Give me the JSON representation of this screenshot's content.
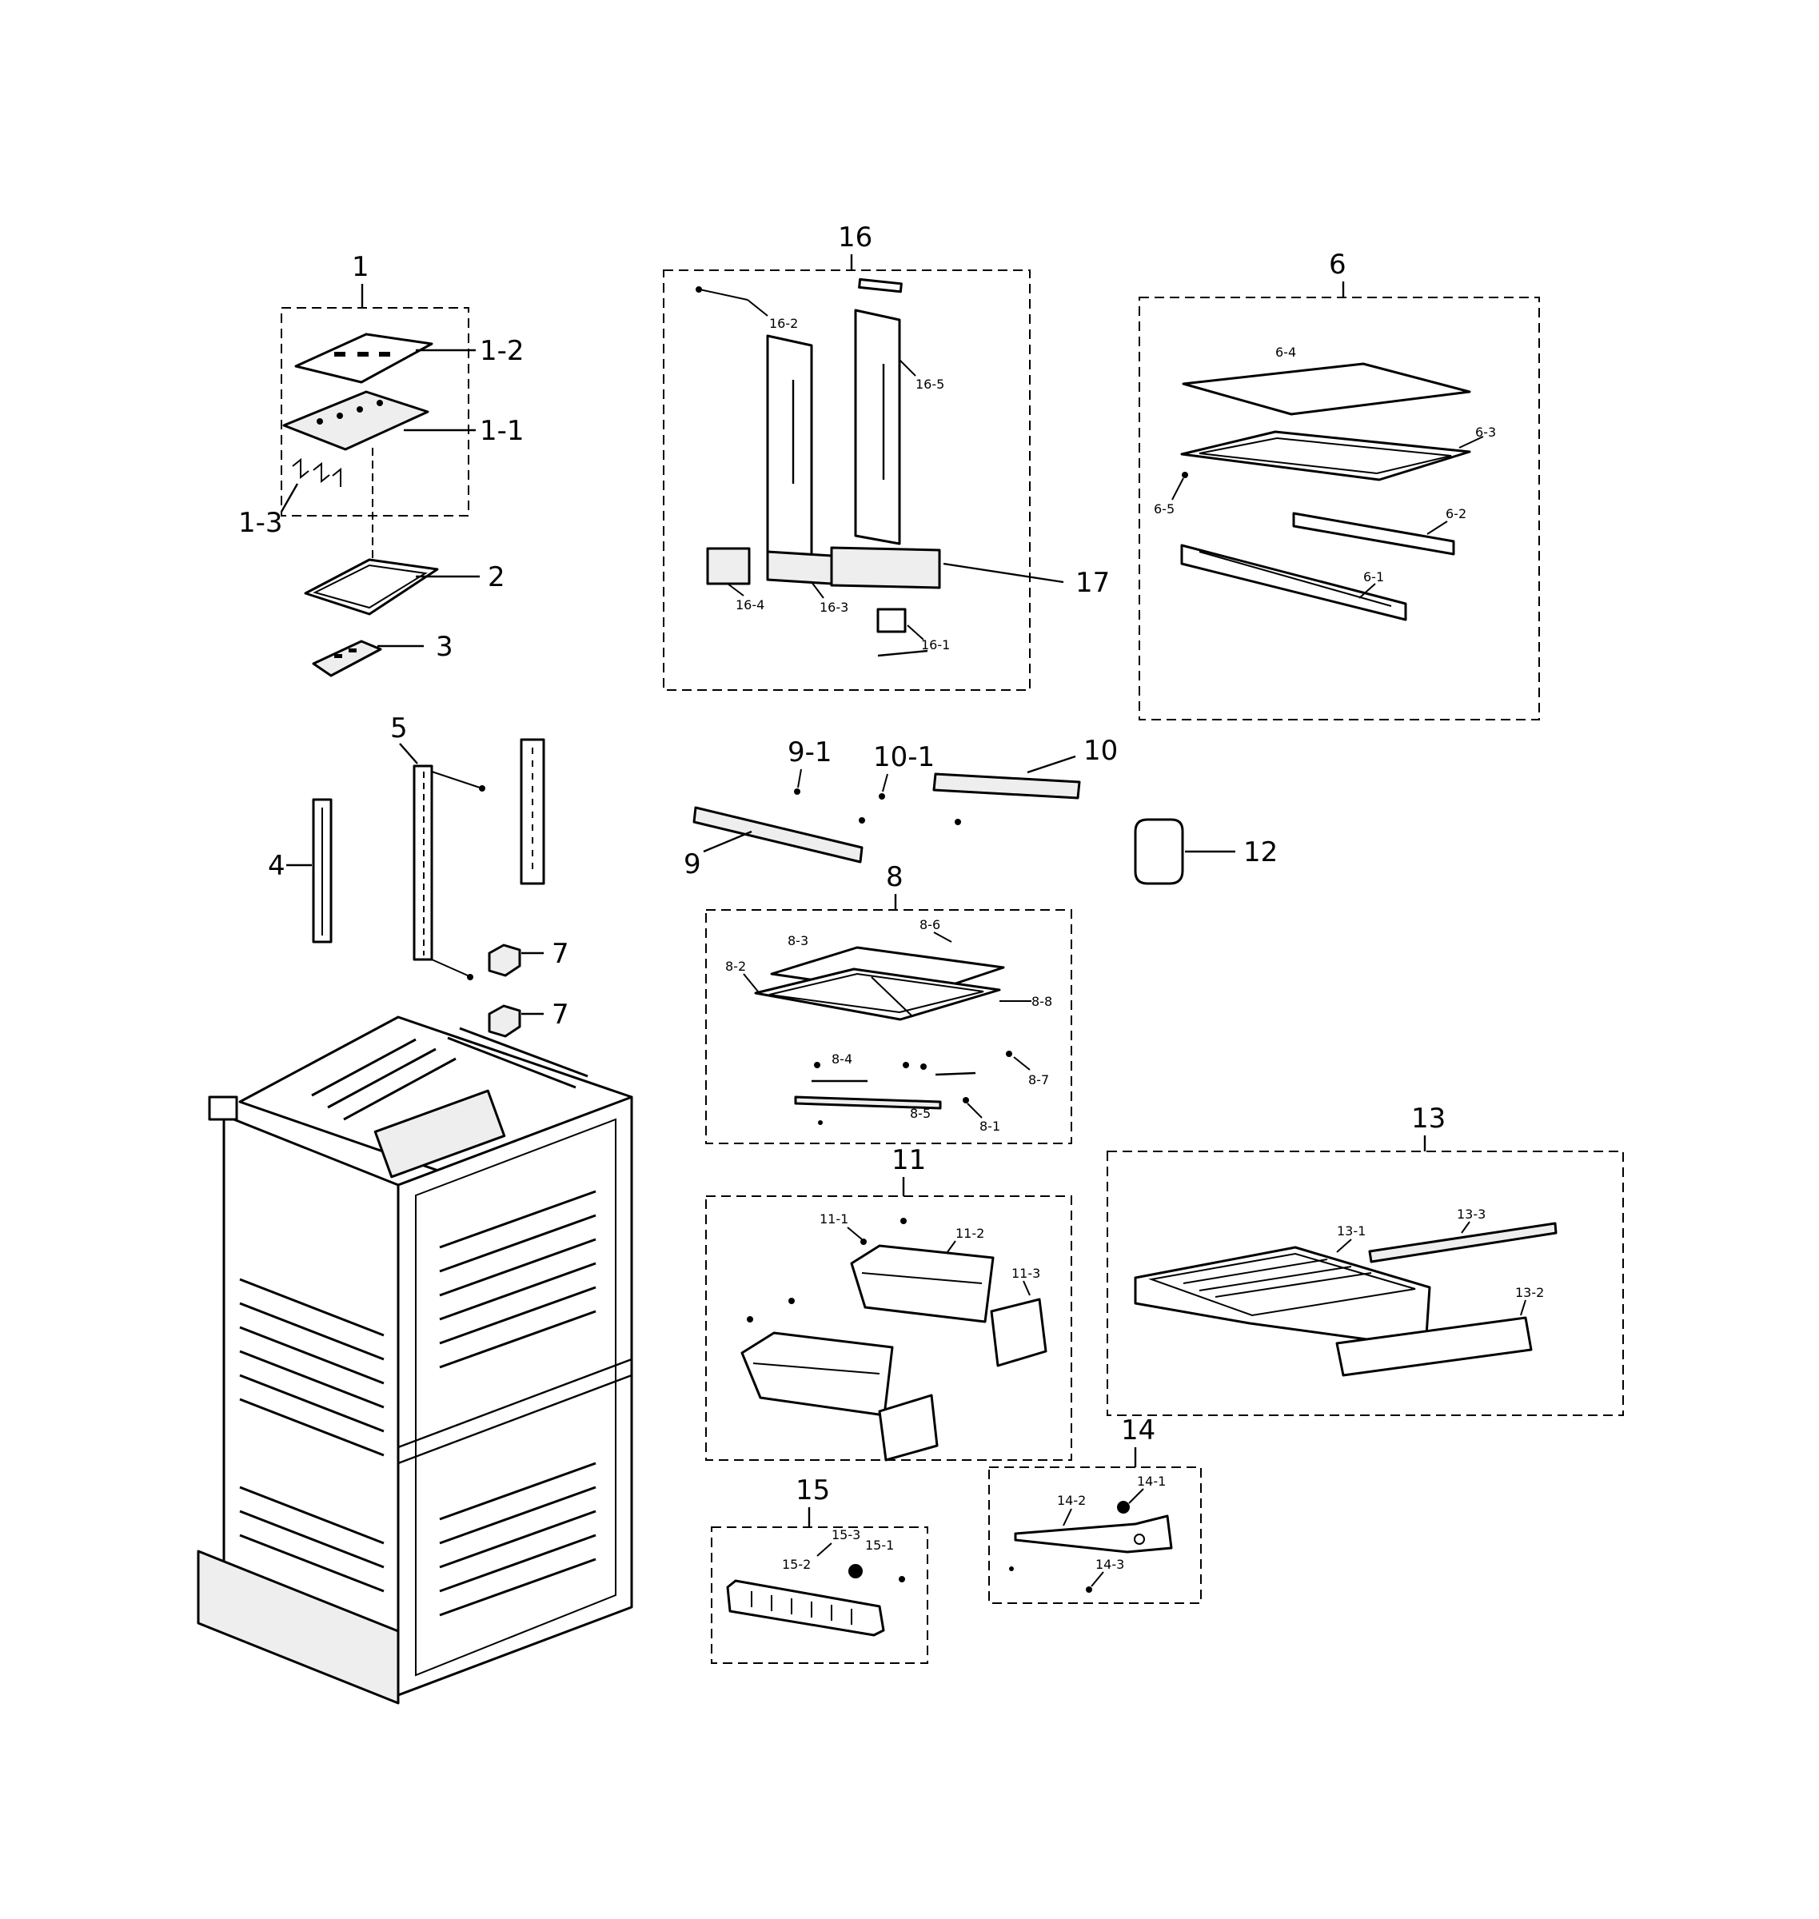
{
  "labels": {
    "l1": "1",
    "l1_1": "1-1",
    "l1_2": "1-2",
    "l1_3": "1-3",
    "l2": "2",
    "l3": "3",
    "l4": "4",
    "l5": "5",
    "l7a": "7",
    "l7b": "7",
    "l16": "16",
    "l16_1": "16-1",
    "l16_2": "16-2",
    "l16_3": "16-3",
    "l16_4": "16-4",
    "l16_5": "16-5",
    "l17": "17",
    "l6": "6",
    "l6_1": "6-1",
    "l6_2": "6-2",
    "l6_3": "6-3",
    "l6_4": "6-4",
    "l6_5": "6-5",
    "l9_1": "9-1",
    "l10_1": "10-1",
    "l10": "10",
    "l9": "9",
    "l12": "12",
    "l8": "8",
    "l8_1": "8-1",
    "l8_2": "8-2",
    "l8_3": "8-3",
    "l8_4": "8-4",
    "l8_5": "8-5",
    "l8_6": "8-6",
    "l8_7": "8-7",
    "l8_8": "8-8",
    "l11": "11",
    "l11_1": "11-1",
    "l11_2": "11-2",
    "l11_3": "11-3",
    "l13": "13",
    "l13_1": "13-1",
    "l13_2": "13-2",
    "l13_3": "13-3",
    "l14": "14",
    "l14_1": "14-1",
    "l14_2": "14-2",
    "l14_3": "14-3",
    "l15": "15",
    "l15_1": "15-1",
    "l15_2": "15-2",
    "l15_3": "15-3"
  }
}
